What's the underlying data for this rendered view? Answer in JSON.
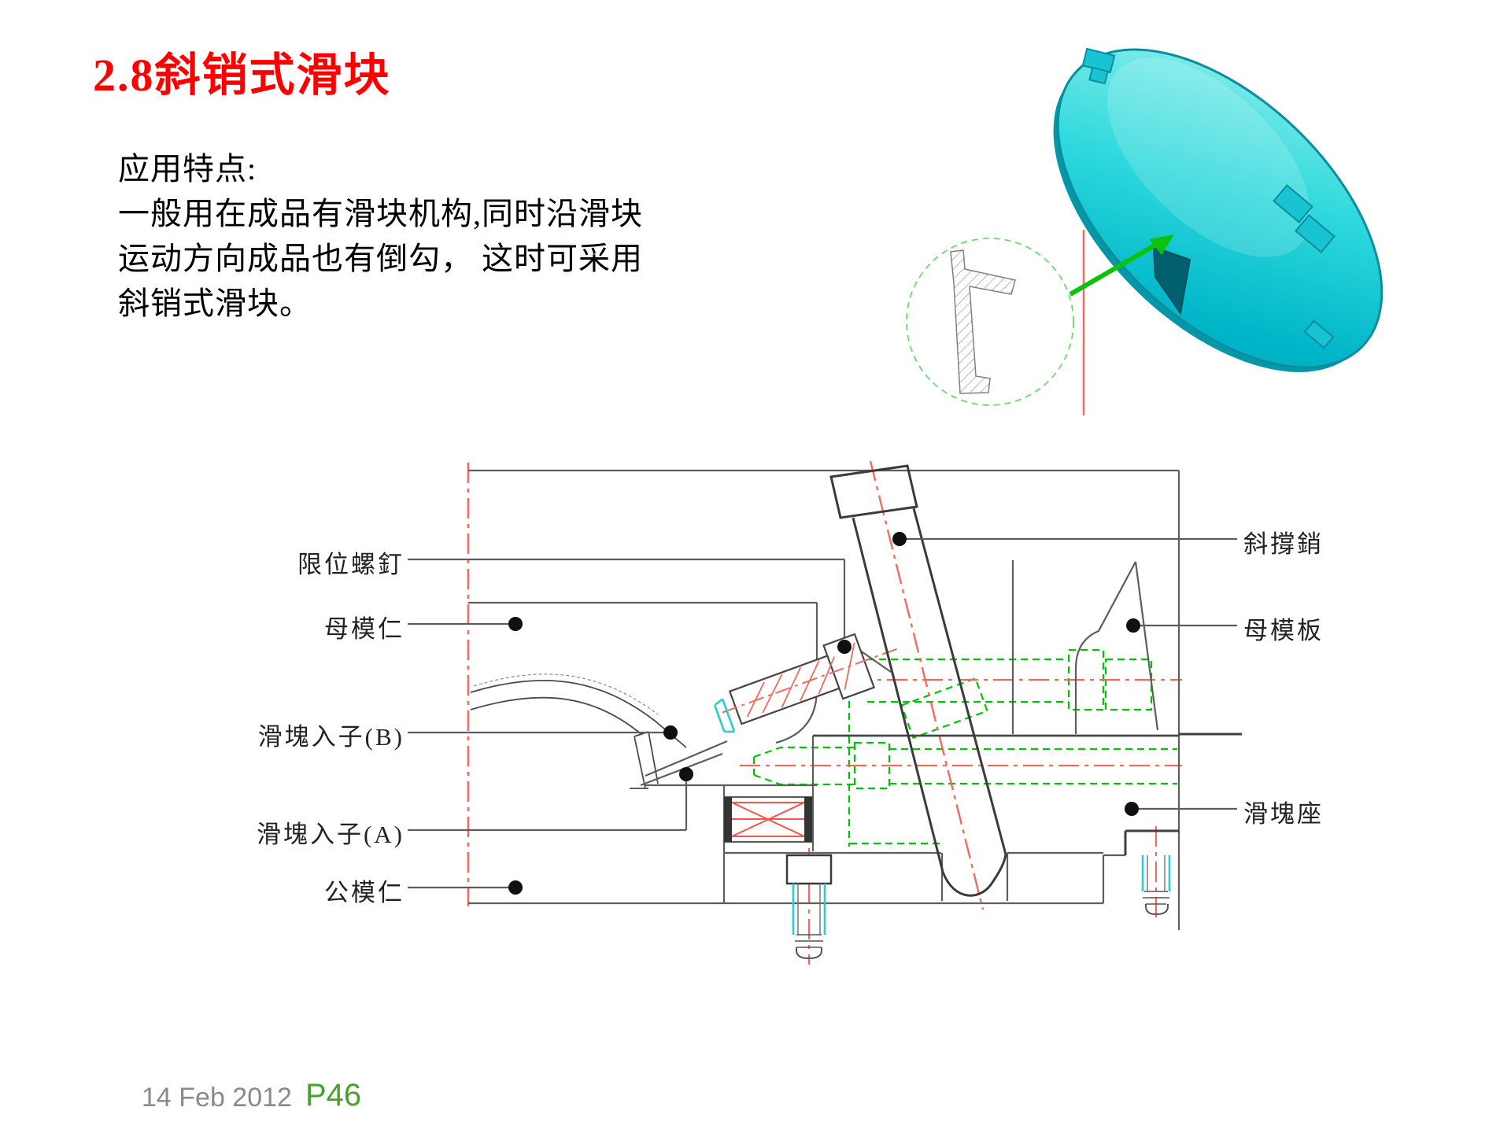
{
  "slide": {
    "title": "2.8斜销式滑块",
    "body_lines": [
      "应用特点:",
      "一般用在成品有滑块机构,同时沿滑块",
      "运动方向成品也有倒勾， 这时可采用",
      "斜销式滑块。"
    ],
    "footer": {
      "date": "14 Feb 2012",
      "page": "P46"
    }
  },
  "diagram": {
    "labels_left": [
      {
        "text": "限位螺釘"
      },
      {
        "text": "母模仁"
      },
      {
        "text": "滑塊入子(B)"
      },
      {
        "text": "滑塊入子(A)"
      },
      {
        "text": "公模仁"
      }
    ],
    "labels_right": [
      {
        "text": "斜撐銷"
      },
      {
        "text": "母模板"
      },
      {
        "text": "滑塊座"
      }
    ]
  },
  "colors": {
    "title_red": "#ff0000",
    "page_number_green": "#4aa02c",
    "date_gray": "#8a8a8a",
    "centerline_red": "#f4695e",
    "hidden_line_green": "#00c400",
    "highlight_cyan": "#27cfcf",
    "outline_gray": "#5d5d5d",
    "product_teal": "#00b8cc",
    "arrow_green": "#0cc20c"
  }
}
